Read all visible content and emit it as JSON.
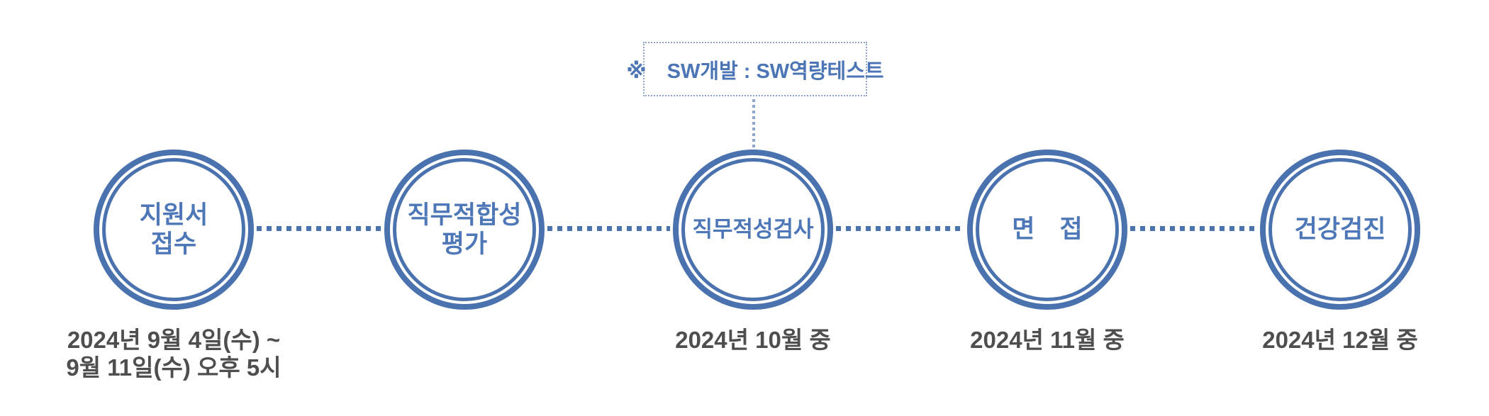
{
  "page": {
    "background": "#ffffff",
    "description_colors": {
      "ring_blue": "#4a72ae",
      "label_blue": "#4e77b8",
      "note_blue": "#4c75b6",
      "connector_dot_blue": "#4a72ae",
      "light_dotted_blue": "#8aa4cd",
      "date_gray": "#4e4e4e"
    }
  },
  "note": {
    "text": "※　SW개발 : SW역량테스트"
  },
  "stages": [
    {
      "label": "지원서\n접수",
      "date": "2024년 9월 4일(수) ~\n9월 11일(수) 오후 5시"
    },
    {
      "label": "직무적합성\n평가",
      "date": ""
    },
    {
      "label": "직무적성검사",
      "date": "2024년 10월 중"
    },
    {
      "label": "면　접",
      "date": "2024년 11월 중"
    },
    {
      "label": "건강검진",
      "date": "2024년 12월 중"
    }
  ]
}
